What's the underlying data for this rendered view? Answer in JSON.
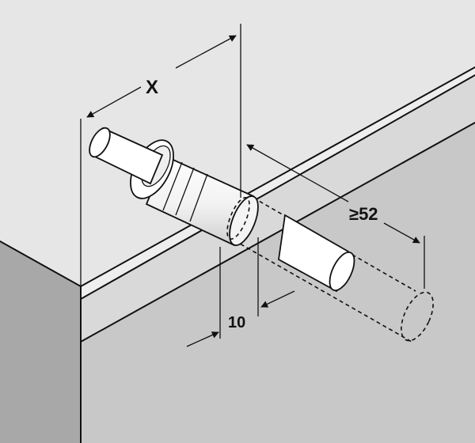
{
  "dimensions": {
    "x_label": "X",
    "depth_label": "≥52",
    "diameter_label": "10"
  },
  "colors": {
    "background": "#ffffff",
    "light_surface": "#e6e6e6",
    "front_face": "#a8a8a8",
    "lower_top": "#c8c8c8",
    "lower_front": "#a5a5a5",
    "stroke": "#111111"
  }
}
